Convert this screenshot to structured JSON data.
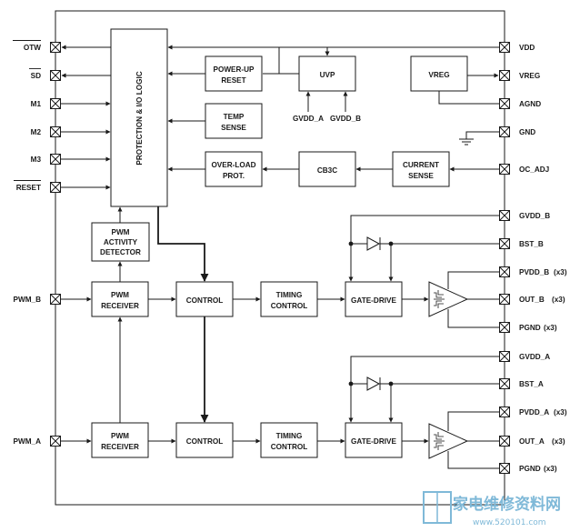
{
  "pins_left": {
    "otw": "OTW",
    "sd": "SD",
    "m1": "M1",
    "m2": "M2",
    "m3": "M3",
    "reset": "RESET",
    "pwm_b": "PWM_B",
    "pwm_a": "PWM_A"
  },
  "pins_right": {
    "vdd": "VDD",
    "vreg": "VREG",
    "agnd": "AGND",
    "gnd": "GND",
    "oc_adj": "OC_ADJ",
    "gvdd_b": "GVDD_B",
    "bst_b": "BST_B",
    "pvdd_b": "PVDD_B",
    "out_b": "OUT_B",
    "pgnd_b": "PGND",
    "gvdd_a": "GVDD_A",
    "bst_a": "BST_A",
    "pvdd_a": "PVDD_A",
    "out_a": "OUT_A",
    "pgnd_a": "PGND",
    "x3": "(x3)"
  },
  "blocks": {
    "protection": "PROTECTION & I/O LOGIC",
    "power_up_1": "POWER-UP",
    "power_up_2": "RESET",
    "uvp": "UVP",
    "gvdd_a": "GVDD_A",
    "gvdd_b": "GVDD_B",
    "vreg": "VREG",
    "temp_1": "TEMP",
    "temp_2": "SENSE",
    "overload_1": "OVER-LOAD",
    "overload_2": "PROT.",
    "cb3c": "CB3C",
    "current_1": "CURRENT",
    "current_2": "SENSE",
    "pwm_act_1": "PWM",
    "pwm_act_2": "ACTIVITY",
    "pwm_act_3": "DETECTOR",
    "pwm_rx_1": "PWM",
    "pwm_rx_2": "RECEIVER",
    "control": "CONTROL",
    "timing_1": "TIMING",
    "timing_2": "CONTROL",
    "gate_drive": "GATE-DRIVE"
  },
  "watermark": {
    "text": "家电维修资料网",
    "url": "www.520101.com"
  },
  "colors": {
    "line": "#1a1a1a",
    "watermark": "#7fb9d8"
  }
}
